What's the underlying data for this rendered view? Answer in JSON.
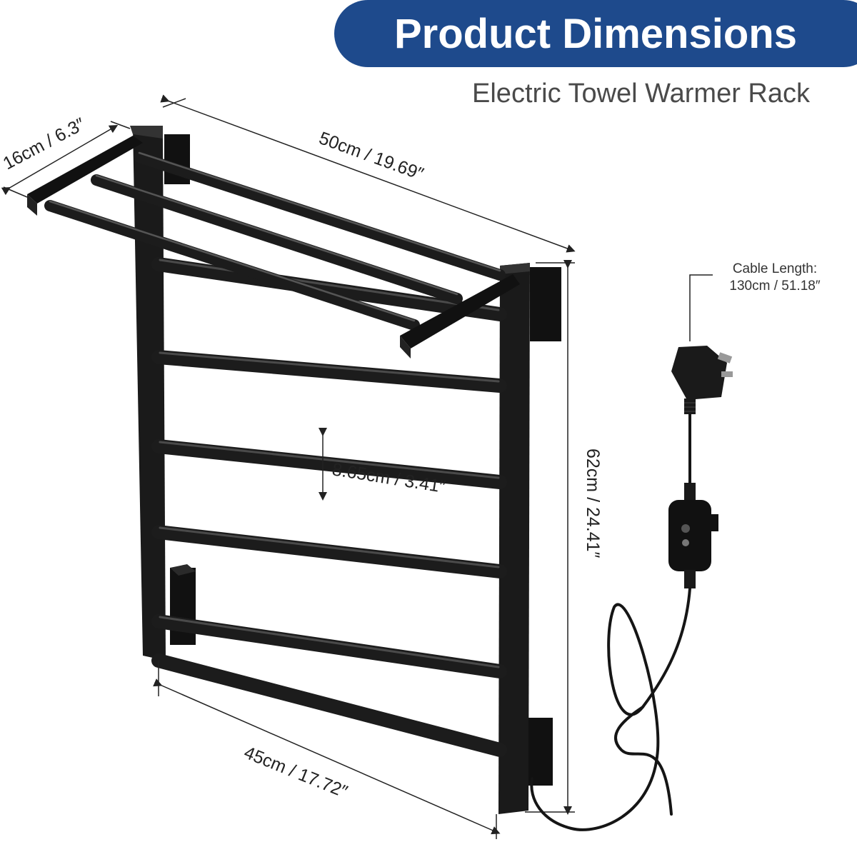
{
  "header": {
    "title": "Product Dimensions",
    "subtitle": "Electric Towel Warmer Rack",
    "accent_color": "#1e4a8c"
  },
  "dimensions": {
    "depth": "16cm / 6.3″",
    "top_width": "50cm / 19.69″",
    "height": "62cm / 24.41″",
    "bar_spacing": "8.65cm / 3.41″",
    "bottom_width": "45cm / 17.72″"
  },
  "cable": {
    "label_line1": "Cable Length:",
    "label_line2": "130cm / 51.18″"
  },
  "product": {
    "color": "matte black",
    "icons": [
      "towel-rack-illustration",
      "uk-plug-icon",
      "rcd-switch-icon"
    ]
  }
}
